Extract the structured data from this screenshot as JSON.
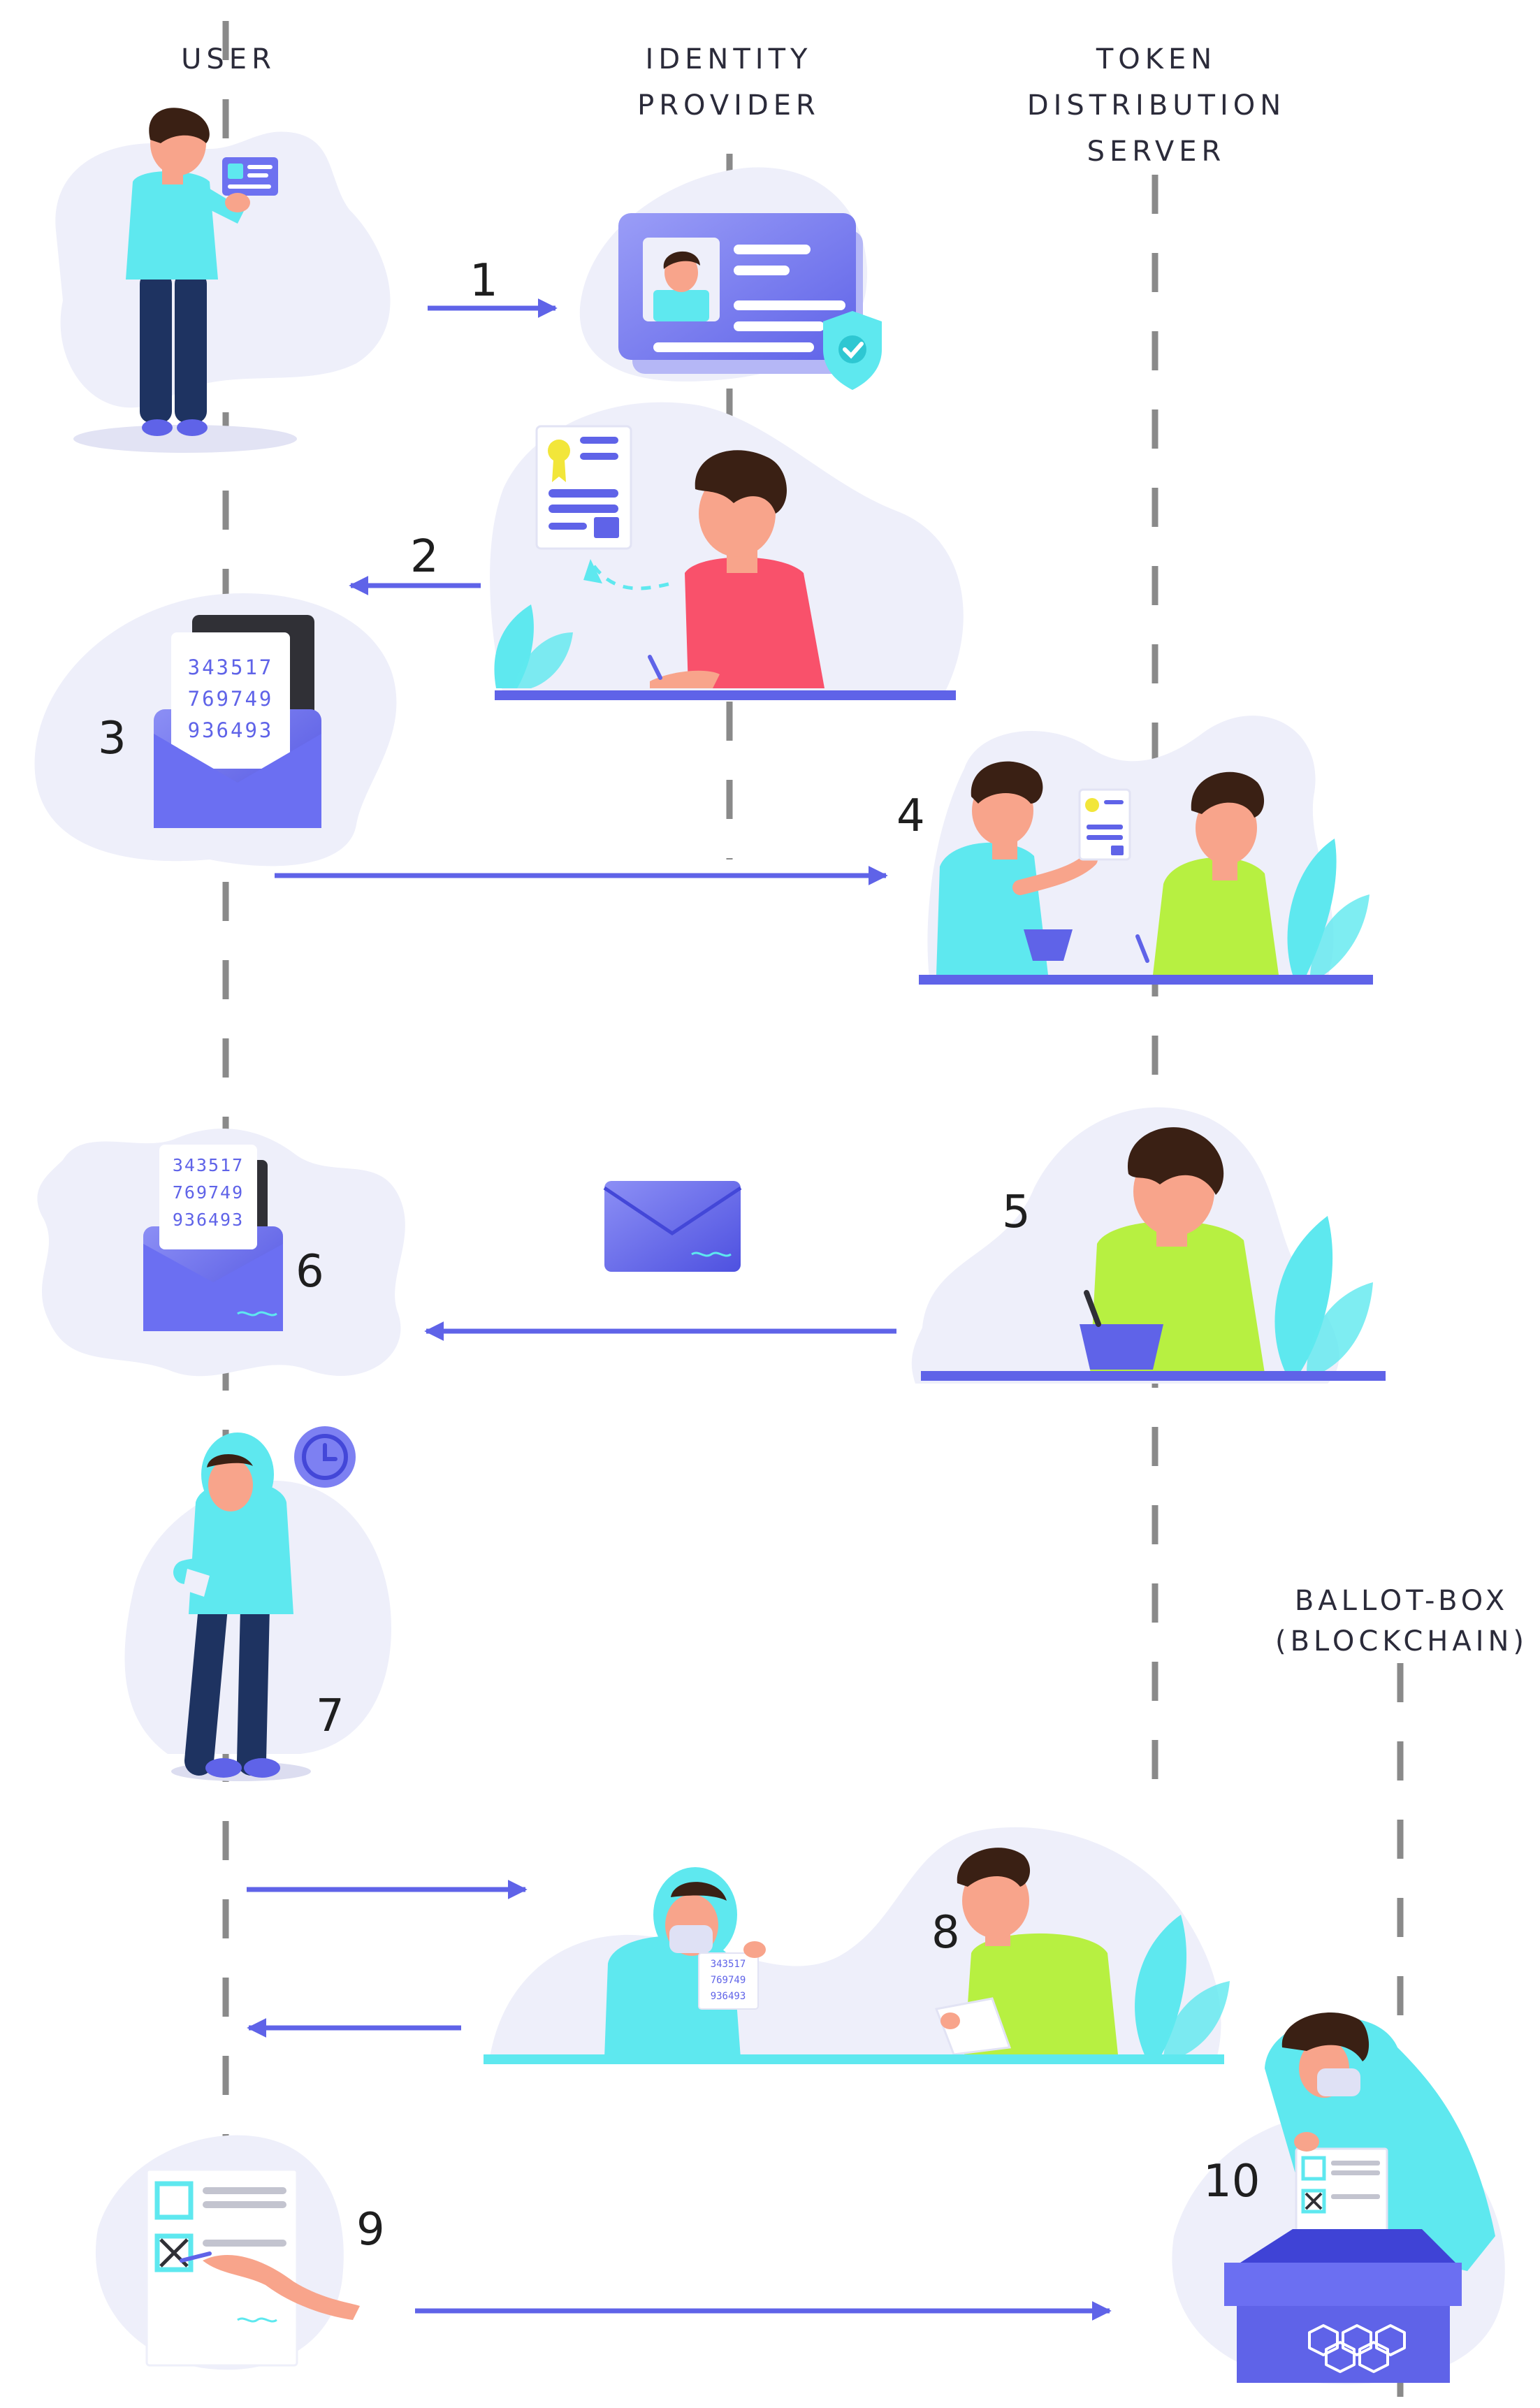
{
  "lanes": {
    "user": "USER",
    "identity_provider": [
      "IDENTITY",
      "PROVIDER"
    ],
    "token_distribution_server": [
      "TOKEN",
      "DISTRIBUTION",
      "SERVER"
    ],
    "ballot_box": [
      "BALLOT-BOX",
      "(BLOCKCHAIN)"
    ]
  },
  "steps": [
    "1",
    "2",
    "3",
    "4",
    "5",
    "6",
    "7",
    "8",
    "9",
    "10"
  ],
  "token_card_lines": [
    "343517",
    "769749",
    "936493"
  ],
  "colors": {
    "accent": "#5f63e8",
    "lane_dash": "#8a8a8a",
    "blob": "#eeeffa",
    "cyan": "#5ee8ef",
    "lime": "#b7f041",
    "pink": "#f9516b",
    "navy": "#1e3361",
    "skin": "#f8a48b",
    "hair": "#3a2014"
  },
  "icons": [
    "id-card-icon",
    "shield-check-icon",
    "certificate-icon",
    "envelope-icon",
    "clock-icon",
    "ballot-icon",
    "blockchain-cubes-icon",
    "leaf-icon"
  ]
}
